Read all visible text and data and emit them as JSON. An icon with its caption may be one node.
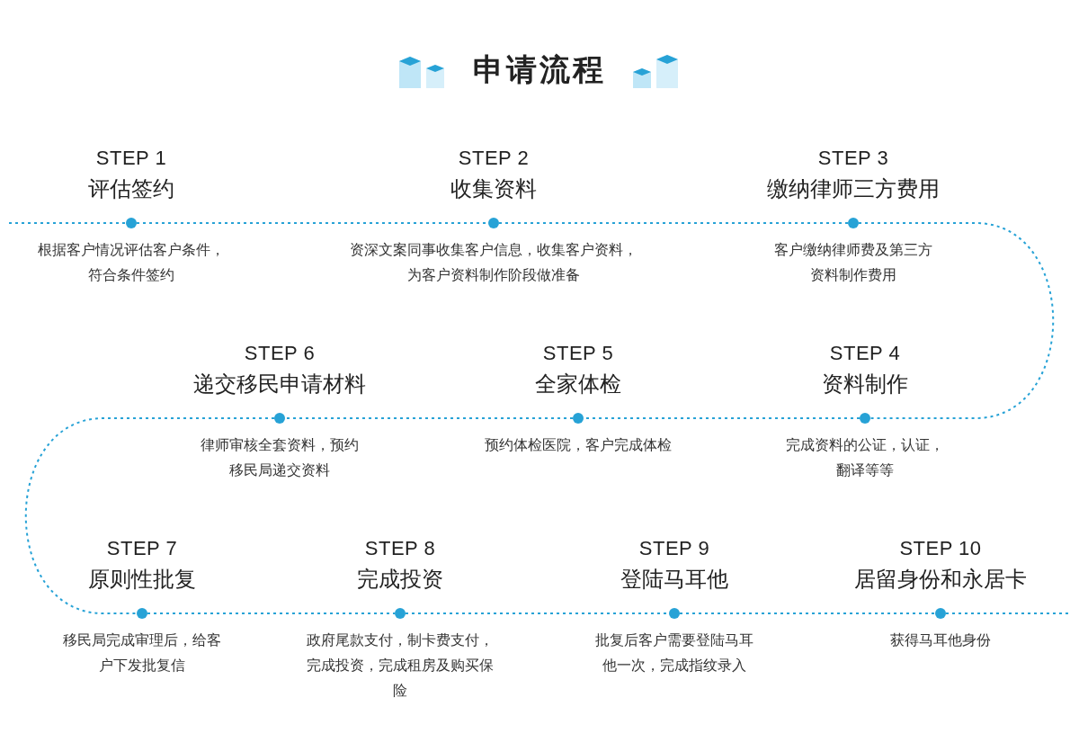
{
  "diagram": {
    "title": "申请流程",
    "nodes": [
      {
        "text": [],
        "shape": "circle",
        "beside": [
          "STEP 1",
          "评估签约",
          "根据客户情况评估客户条件，符合条件签约"
        ]
      },
      {
        "text": [],
        "shape": "circle",
        "beside": [
          "STEP 2",
          "收集资料",
          "资深文案同事收集客户信息，收集客户资料，为客户资料制作阶段做准备"
        ]
      },
      {
        "text": [],
        "shape": "circle",
        "beside": [
          "STEP 3",
          "缴纳律师三方费用",
          "客户缴纳律师费及第三方资料制作费用"
        ]
      },
      {
        "text": [],
        "shape": "circle",
        "beside": [
          "STEP 4",
          "资料制作",
          "完成资料的公证，认证，翻译等等"
        ]
      },
      {
        "text": [],
        "shape": "circle",
        "beside": [
          "STEP 5",
          "全家体检",
          "预约体检医院，客户完成体检"
        ]
      },
      {
        "text": [],
        "shape": "circle",
        "beside": [
          "STEP 6",
          "递交移民申请材料",
          "律师审核全套资料，预约移民局递交资料"
        ]
      },
      {
        "text": [],
        "shape": "circle",
        "beside": [
          "STEP 7",
          "原则性批复",
          "移民局完成审理后，给客户下发批复信"
        ]
      },
      {
        "text": [],
        "shape": "circle",
        "beside": [
          "STEP 8",
          "完成投资",
          "政府尾款支付，制卡费支付，完成投资，完成租房及购买保险"
        ]
      },
      {
        "text": [],
        "shape": "circle",
        "beside": [
          "STEP 9",
          "登陆马耳他",
          "批复后客户需要登陆马耳他一次，完成指纹录入"
        ]
      },
      {
        "text": [],
        "shape": "circle",
        "beside": [
          "STEP 10",
          "居留身份和永居卡",
          "获得马耳他身份"
        ]
      }
    ],
    "edges": [
      {
        "from": null,
        "to": 0,
        "arrow": "none",
        "style": "dashed"
      },
      {
        "from": 0,
        "to": 1,
        "arrow": "none",
        "style": "dashed"
      },
      {
        "from": 1,
        "to": 2,
        "arrow": "none",
        "style": "dashed"
      },
      {
        "from": 2,
        "to": 3,
        "arrow": "none",
        "style": "dashed"
      },
      {
        "from": 3,
        "to": 4,
        "arrow": "none",
        "style": "dashed"
      },
      {
        "from": 4,
        "to": 5,
        "arrow": "none",
        "style": "dashed"
      },
      {
        "from": 5,
        "to": 6,
        "arrow": "none",
        "style": "dashed"
      },
      {
        "from": 6,
        "to": 7,
        "arrow": "none",
        "style": "dashed"
      },
      {
        "from": 7,
        "to": 8,
        "arrow": "none",
        "style": "dashed"
      },
      {
        "from": 8,
        "to": 9,
        "arrow": "none",
        "style": "dashed"
      },
      {
        "from": 9,
        "to": null,
        "arrow": "none",
        "style": "dashed"
      }
    ]
  }
}
